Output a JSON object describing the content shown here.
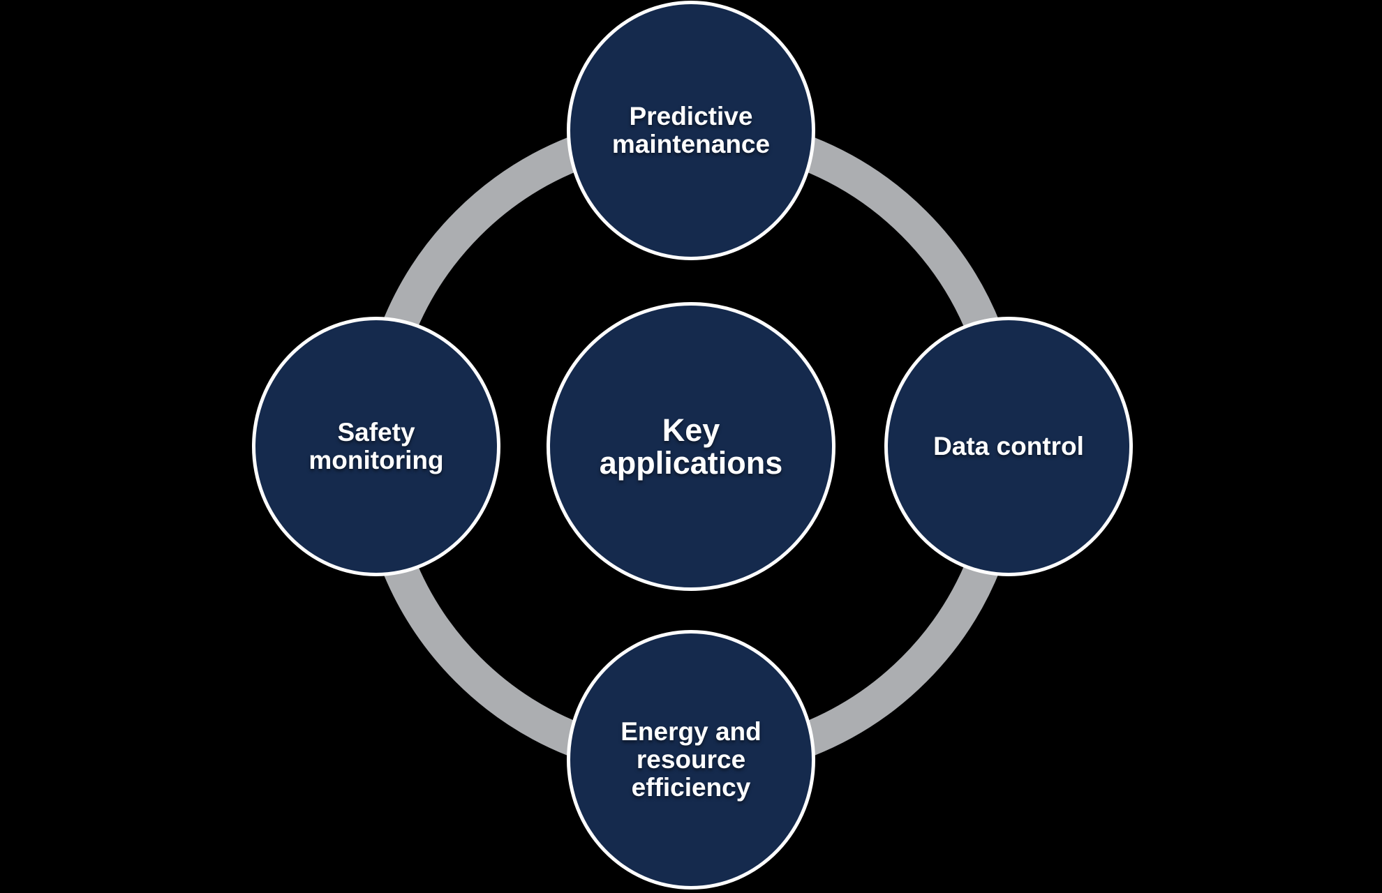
{
  "theme": {
    "background": "#000000",
    "circle_fill": "#152A4D",
    "circle_stroke": "#FFFFFF",
    "ring_color": "#ACAEB1",
    "text_color": "#FFFFFF"
  },
  "diagram": {
    "center": {
      "label": "Key\napplications"
    },
    "satellites": [
      {
        "id": "predictive-maintenance",
        "position": "top",
        "label": "Predictive\nmaintenance"
      },
      {
        "id": "data-control",
        "position": "right",
        "label": "Data control"
      },
      {
        "id": "energy-and-resource-efficiency",
        "position": "bottom",
        "label": "Energy and\nresource\nefficiency"
      },
      {
        "id": "safety-monitoring",
        "position": "left",
        "label": "Safety\nmonitoring"
      }
    ]
  }
}
